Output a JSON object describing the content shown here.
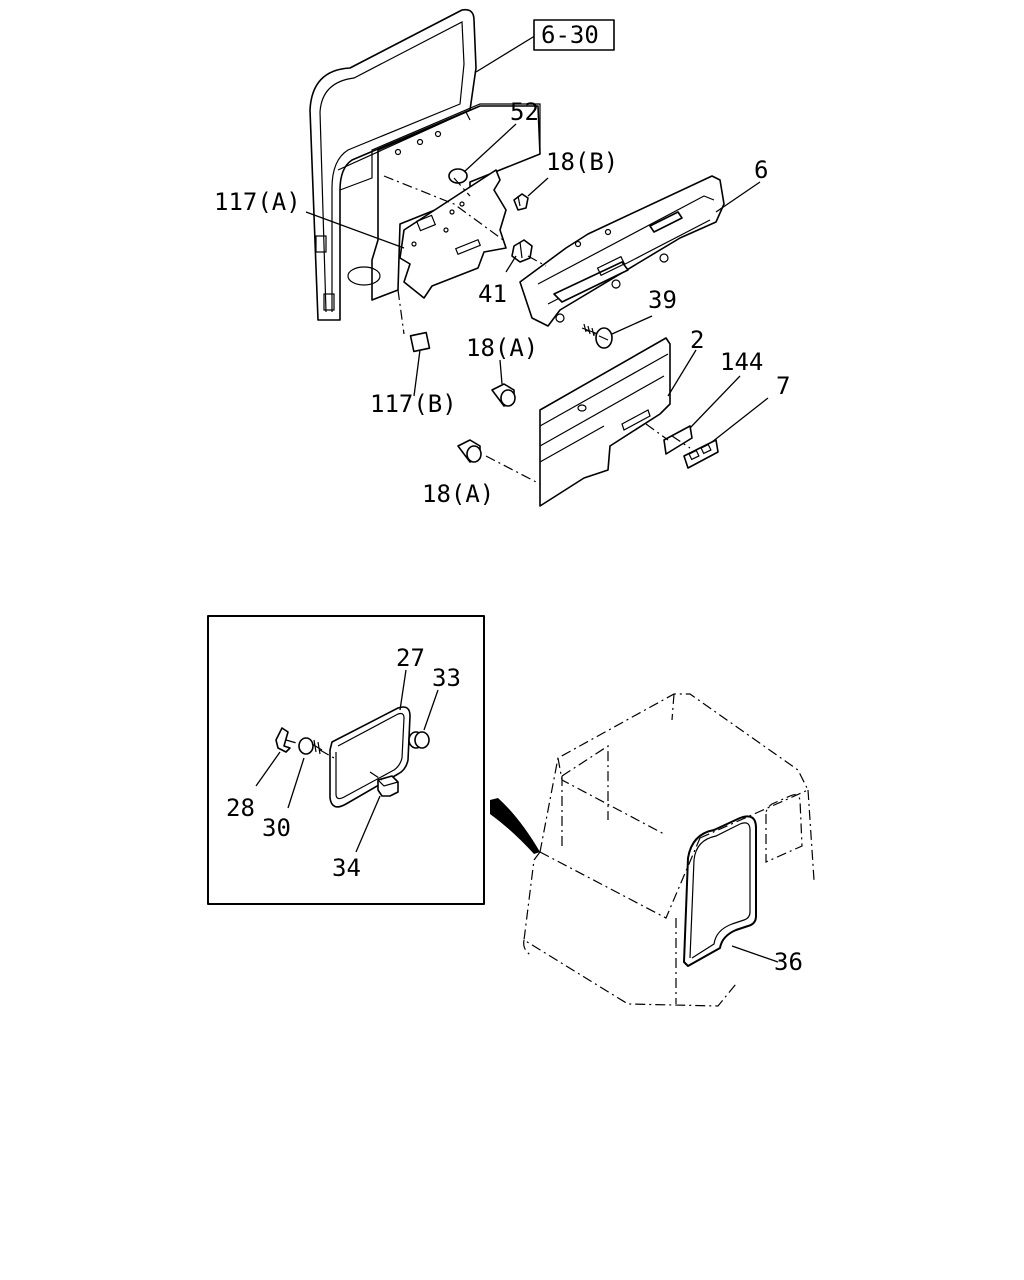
{
  "labels": {
    "ref_6_30": "6-30",
    "p52": "52",
    "p18b": "18(B)",
    "p6": "6",
    "p117a": "117(A)",
    "p41": "41",
    "p39": "39",
    "p18a_top": "18(A)",
    "p2": "2",
    "p144": "144",
    "p7": "7",
    "p117b": "117(B)",
    "p18a_bottom": "18(A)",
    "p27": "27",
    "p33": "33",
    "p28": "28",
    "p30": "30",
    "p34": "34",
    "p36": "36"
  }
}
